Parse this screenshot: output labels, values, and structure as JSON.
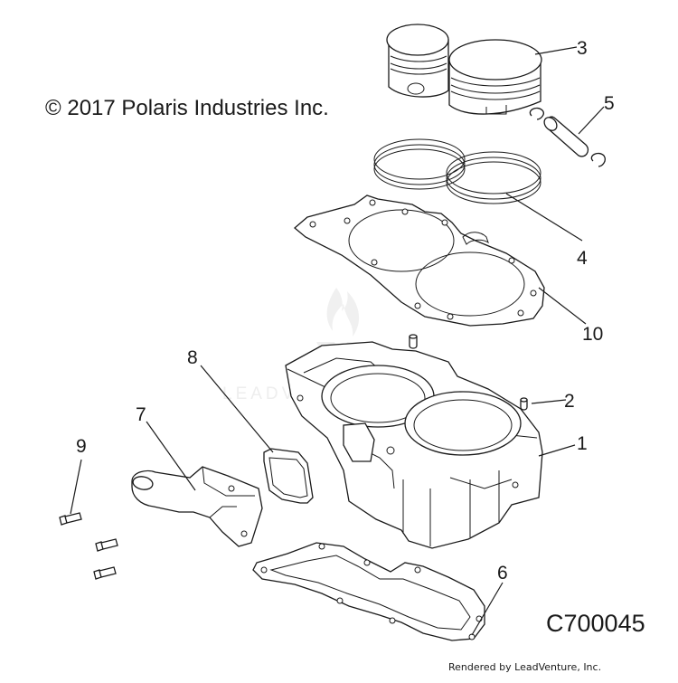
{
  "copyright": "© 2017 Polaris Industries Inc.",
  "drawing_id": "C700045",
  "rendered_by": "Rendered by LeadVenture, Inc.",
  "watermark": "LEADVENTURE",
  "callouts": {
    "c1": "1",
    "c2": "2",
    "c3": "3",
    "c4": "4",
    "c5": "5",
    "c6": "6",
    "c7": "7",
    "c8": "8",
    "c9": "9",
    "c10": "10"
  }
}
